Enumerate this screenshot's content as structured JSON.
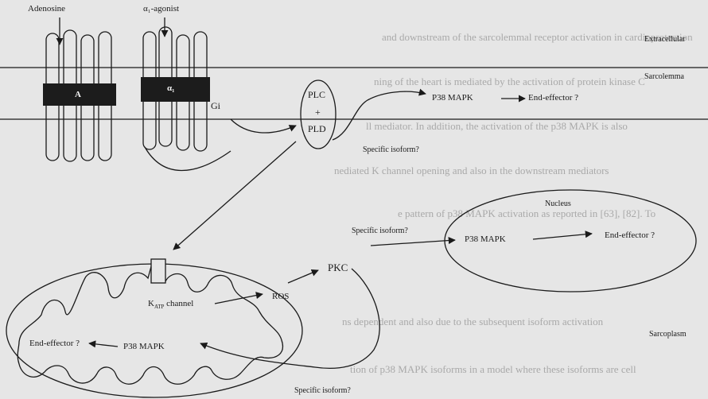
{
  "labels": {
    "adenosine": "Adenosine",
    "alpha1_agonist": "α₁-agonist",
    "extracellular": "Extracellular",
    "sarcolemma": "Sarcolemma",
    "receptor_a": "A",
    "receptor_alpha": "α₁",
    "gi": "Gi",
    "plc": "PLC",
    "plus": "+",
    "pld": "PLD",
    "p38_top": "P38 MAPK",
    "end_effector_top": "End-effector ?",
    "specific_isoform_top": "Specific isoform?",
    "nucleus": "Nucleus",
    "specific_isoform_mid": "Specific isoform?",
    "p38_nucleus": "P38 MAPK",
    "end_effector_nucleus": "End-effector ?",
    "pkc": "PKC",
    "ros": "ROS",
    "katp_channel": "K",
    "katp_sub": "ATP",
    "katp_suffix": " channel",
    "end_effector_mito": "End-effector ?",
    "p38_mito": "P38 MAPK",
    "sarcoplasm": "Sarcoplasm",
    "specific_isoform_bottom": "Specific isoform?"
  },
  "background_text": [
    "and downstream of the sarcolemmal receptor activation in cardioprotection",
    "ning of the heart is mediated by the activation of protein kinase C",
    "ll mediator. In addition, the activation of the p38 MAPK is also",
    "nediated K channel opening and also in the downstream mediators",
    "e pattern of p38 MAPK activation as reported in [63], [82]. To",
    "ns dependent and also due to the subsequent isoform activation",
    "tion of p38 MAPK isoforms in a model where these isoforms are cell"
  ]
}
